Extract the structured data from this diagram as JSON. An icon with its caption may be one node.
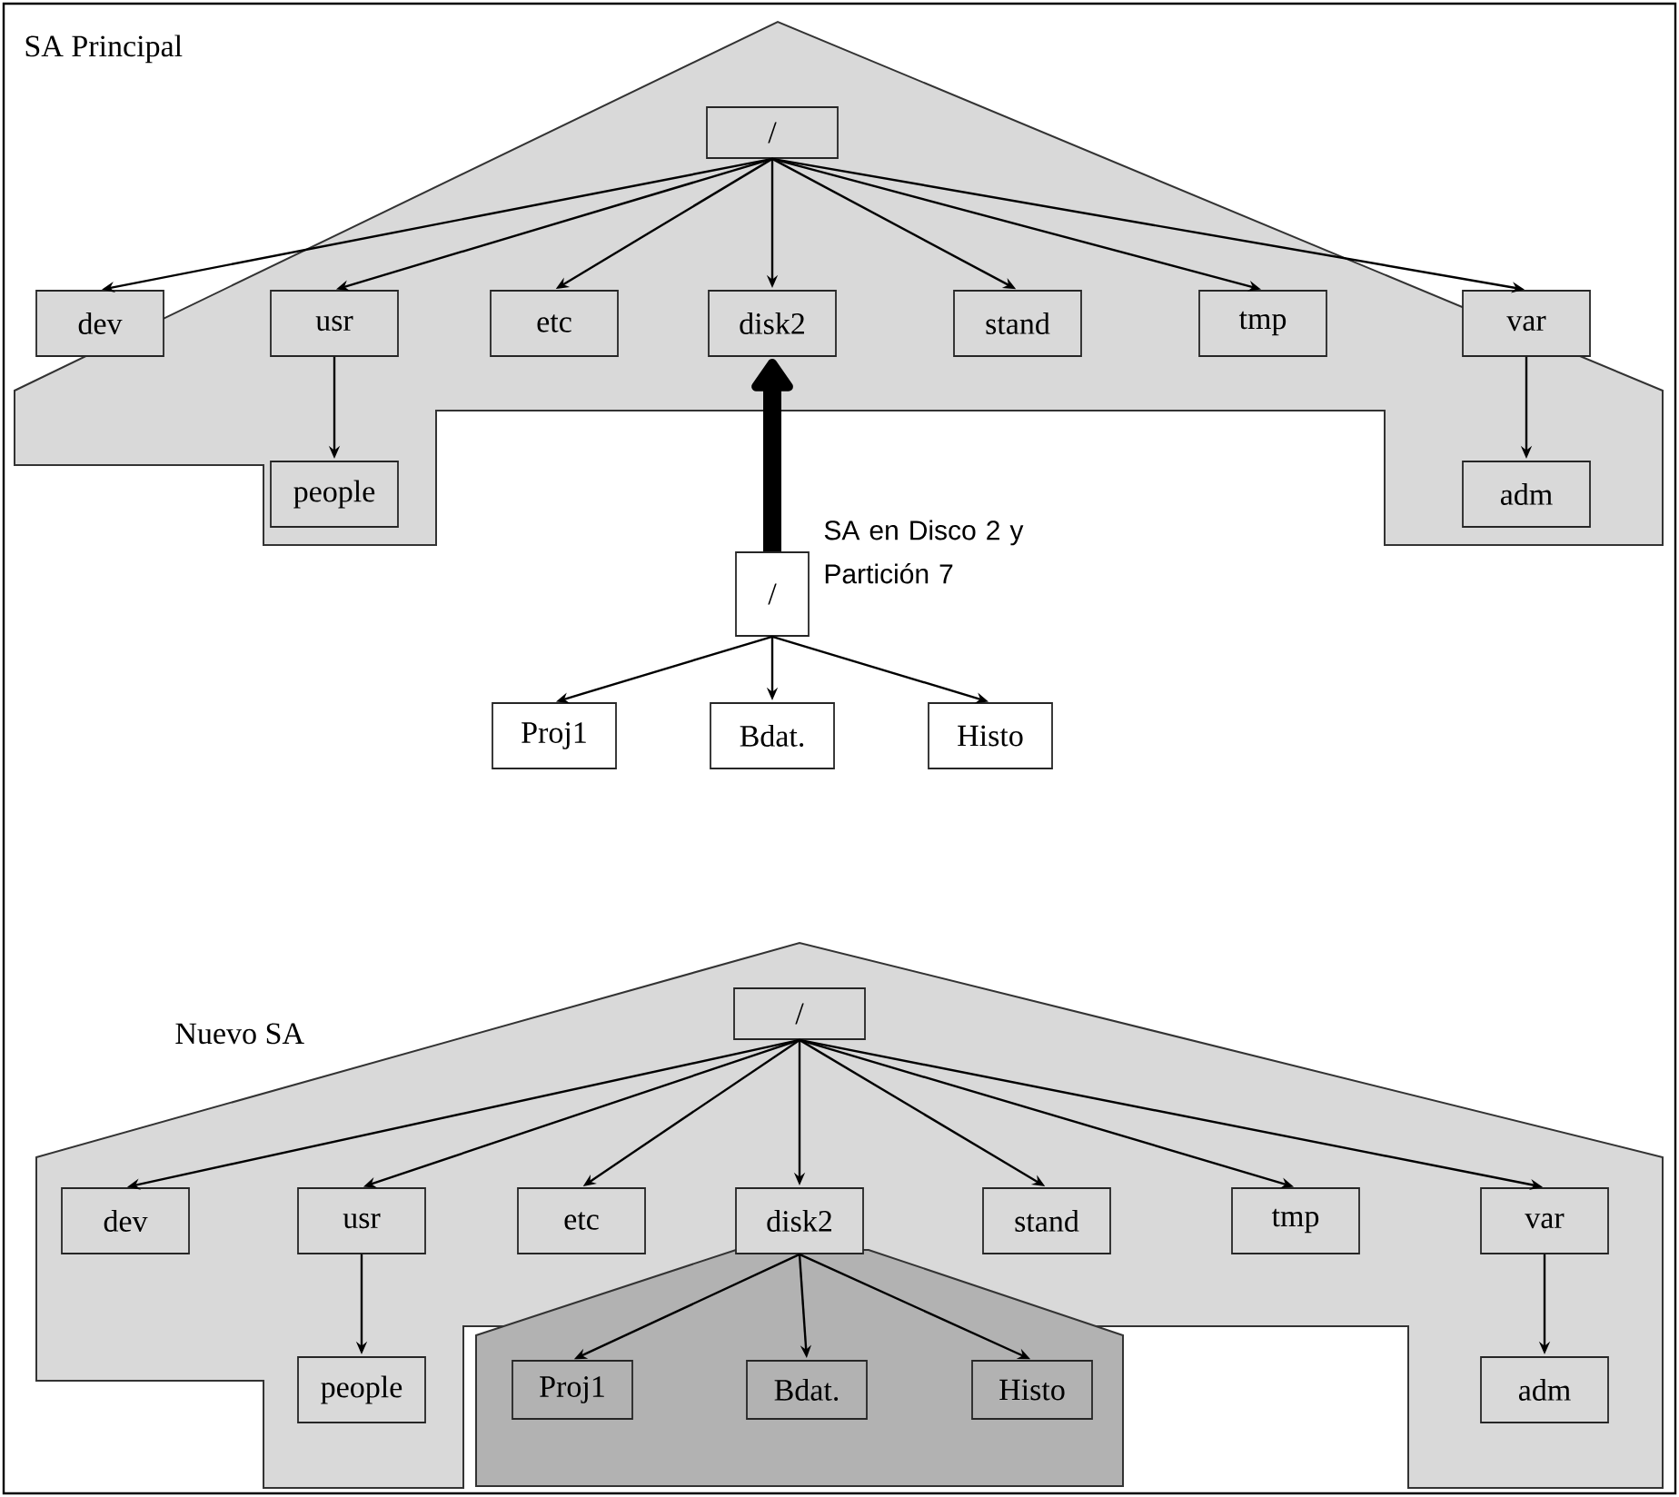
{
  "diagram": {
    "nodes": [
      {
        "text": [
          "SA Principal"
        ]
      },
      {
        "text": [
          "/"
        ],
        "in": 0
      },
      {
        "text": [
          "dev"
        ],
        "in": 0
      },
      {
        "text": [
          "usr"
        ],
        "in": 0
      },
      {
        "text": [
          "etc"
        ],
        "in": 0
      },
      {
        "text": [
          "disk2"
        ],
        "in": 0
      },
      {
        "text": [
          "stand"
        ],
        "in": 0
      },
      {
        "text": [
          "tmp"
        ],
        "in": 0
      },
      {
        "text": [
          "var"
        ],
        "in": 0
      },
      {
        "text": [
          "people"
        ],
        "in": 0
      },
      {
        "text": [
          "adm"
        ],
        "in": 0
      },
      {
        "text": [
          "/"
        ],
        "beside": [
          "SA en Disco 2 y Partición 7"
        ]
      },
      {
        "text": [
          "Proj1"
        ]
      },
      {
        "text": [
          "Bdat."
        ]
      },
      {
        "text": [
          "Histo"
        ]
      },
      {
        "text": [
          "Nuevo SA"
        ]
      },
      {
        "text": [
          "/"
        ],
        "in": 15
      },
      {
        "text": [
          "dev"
        ],
        "in": 15
      },
      {
        "text": [
          "usr"
        ],
        "in": 15
      },
      {
        "text": [
          "etc"
        ],
        "in": 15
      },
      {
        "text": [
          "disk2"
        ],
        "in": 15
      },
      {
        "text": [
          "stand"
        ],
        "in": 15
      },
      {
        "text": [
          "tmp"
        ],
        "in": 15
      },
      {
        "text": [
          "var"
        ],
        "in": 15
      },
      {
        "text": [
          "people"
        ],
        "in": 15
      },
      {
        "text": [
          "adm"
        ],
        "in": 15
      },
      {
        "text": [],
        "shape": "box"
      },
      {
        "text": [
          "Proj1"
        ],
        "in": 26
      },
      {
        "text": [
          "Bdat."
        ],
        "in": 26
      },
      {
        "text": [
          "Histo"
        ],
        "in": 26
      }
    ],
    "edges": [
      {
        "from": 1,
        "to": 2,
        "arrow": "to"
      },
      {
        "from": 1,
        "to": 3,
        "arrow": "to"
      },
      {
        "from": 1,
        "to": 4,
        "arrow": "to"
      },
      {
        "from": 1,
        "to": 5,
        "arrow": "to"
      },
      {
        "from": 1,
        "to": 6,
        "arrow": "to"
      },
      {
        "from": 1,
        "to": 7,
        "arrow": "to"
      },
      {
        "from": 1,
        "to": 8,
        "arrow": "to"
      },
      {
        "from": 3,
        "to": 9,
        "arrow": "to"
      },
      {
        "from": 8,
        "to": 10,
        "arrow": "to"
      },
      {
        "from": 11,
        "to": 5,
        "arrow": "to",
        "style": "thick"
      },
      {
        "from": 11,
        "to": 12,
        "arrow": "to"
      },
      {
        "from": 11,
        "to": 13,
        "arrow": "to"
      },
      {
        "from": 11,
        "to": 14,
        "arrow": "to"
      },
      {
        "from": 16,
        "to": 17,
        "arrow": "to"
      },
      {
        "from": 16,
        "to": 18,
        "arrow": "to"
      },
      {
        "from": 16,
        "to": 19,
        "arrow": "to"
      },
      {
        "from": 16,
        "to": 20,
        "arrow": "to"
      },
      {
        "from": 16,
        "to": 21,
        "arrow": "to"
      },
      {
        "from": 16,
        "to": 22,
        "arrow": "to"
      },
      {
        "from": 16,
        "to": 23,
        "arrow": "to"
      },
      {
        "from": 18,
        "to": 24,
        "arrow": "to"
      },
      {
        "from": 23,
        "to": 25,
        "arrow": "to"
      },
      {
        "from": 20,
        "to": 27,
        "arrow": "to"
      },
      {
        "from": 20,
        "to": 28,
        "arrow": "to"
      },
      {
        "from": 20,
        "to": 29,
        "arrow": "to"
      }
    ]
  }
}
